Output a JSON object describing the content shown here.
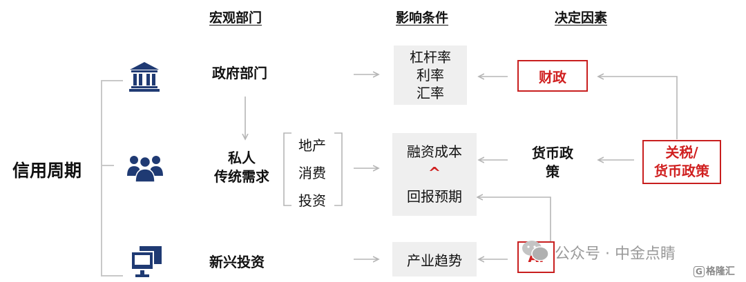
{
  "headers": {
    "macro": "宏观部门",
    "conditions": "影响条件",
    "factors": "决定因素"
  },
  "credit_cycle": "信用周期",
  "sectors": {
    "government": "政府部门",
    "private_line1": "私人",
    "private_line2": "传统需求",
    "emerging": "新兴投资"
  },
  "demand_items": [
    "地产",
    "消费",
    "投资"
  ],
  "conditions": {
    "rates": [
      "杠杆率",
      "利率",
      "汇率"
    ],
    "financing_cost": "融资成本",
    "caret": "^",
    "return_expectation": "回报预期",
    "industry_trend": "产业趋势"
  },
  "factors": {
    "fiscal": "财政",
    "monetary_line1": "货币政",
    "monetary_line2": "策",
    "tariff_line1": "关税/",
    "tariff_line2": "货币政策",
    "ai": "AI"
  },
  "watermark": {
    "text": "公众号 · 中金点睛",
    "badge": "格隆汇"
  },
  "colors": {
    "accent_red": "#d02020",
    "icon_navy": "#1f3a73",
    "line_gray": "#b5b5b5",
    "box_gray": "#efefef"
  },
  "icons": {
    "government": "bank-building-icon",
    "private": "people-group-icon",
    "emerging": "computer-icon",
    "wechat": "wechat-icon"
  }
}
